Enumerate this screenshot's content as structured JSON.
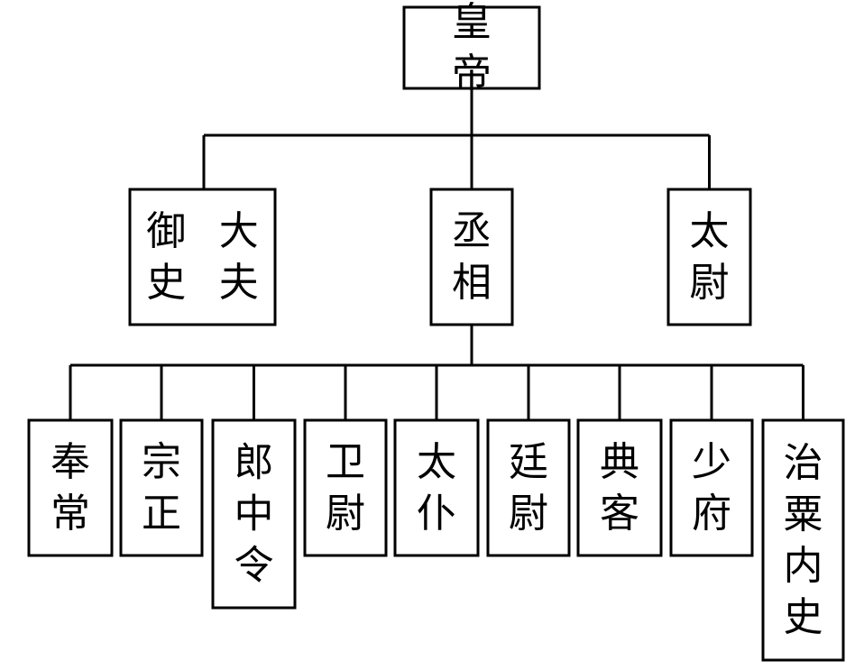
{
  "org_chart": {
    "root": {
      "id": "emperor",
      "label": "皇帝"
    },
    "level2": [
      {
        "id": "yushi-dafu",
        "label": "御史大夫",
        "columns": [
          "御史",
          "大夫"
        ]
      },
      {
        "id": "chengxiang",
        "label": "丞相"
      },
      {
        "id": "taiwei",
        "label": "太尉"
      }
    ],
    "level3": [
      {
        "id": "fengchang",
        "label": "奉常"
      },
      {
        "id": "zongzheng",
        "label": "宗正"
      },
      {
        "id": "langzhongling",
        "label": "郎中令"
      },
      {
        "id": "weiwei",
        "label": "卫尉"
      },
      {
        "id": "taipu",
        "label": "太仆"
      },
      {
        "id": "tingwei",
        "label": "廷尉"
      },
      {
        "id": "dianke",
        "label": "典客"
      },
      {
        "id": "shaofu",
        "label": "少府"
      },
      {
        "id": "zhisu-neishi",
        "label": "治粟内史"
      }
    ]
  },
  "colors": {
    "stroke": "#000000",
    "fill": "#ffffff",
    "text": "#000000"
  }
}
